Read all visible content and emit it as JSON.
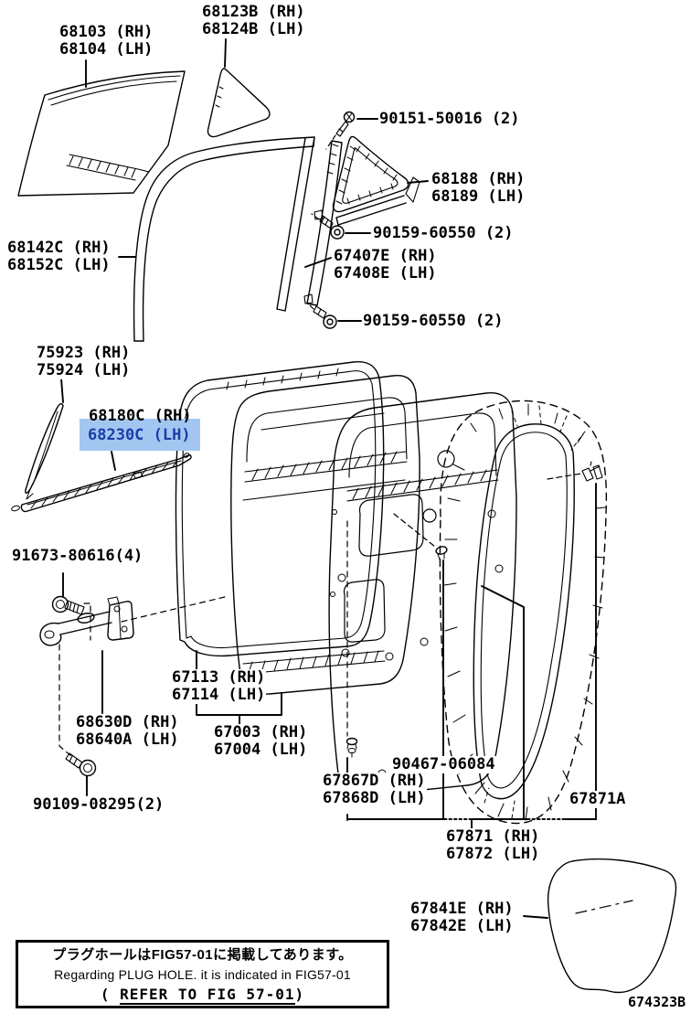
{
  "figure_code": "674323B",
  "highlight": {
    "selected_label_id": "68230C",
    "background": "#a3c6f1",
    "text_color": "#1b3da8"
  },
  "labels": [
    {
      "id": "68103",
      "text": "68103 (RH)\n68104 (LH)"
    },
    {
      "id": "68123B",
      "text": "68123B (RH)\n68124B (LH)"
    },
    {
      "id": "90151",
      "text": "90151-50016 (2)"
    },
    {
      "id": "68188",
      "text": "68188 (RH)\n68189 (LH)"
    },
    {
      "id": "90159a",
      "text": "90159-60550 (2)"
    },
    {
      "id": "67407E",
      "text": "67407E (RH)\n67408E (LH)"
    },
    {
      "id": "90159b",
      "text": "90159-60550 (2)"
    },
    {
      "id": "68142C",
      "text": "68142C (RH)\n68152C (LH)"
    },
    {
      "id": "75923",
      "text": "75923 (RH)\n75924 (LH)"
    },
    {
      "id": "68180C",
      "text": "68180C (RH)"
    },
    {
      "id": "68230C",
      "text": "68230C (LH)"
    },
    {
      "id": "91673",
      "text": "91673-80616(4)"
    },
    {
      "id": "68630D",
      "text": "68630D (RH)\n68640A (LH)"
    },
    {
      "id": "90109",
      "text": "90109-08295(2)"
    },
    {
      "id": "67113",
      "text": "67113 (RH)\n67114 (LH)"
    },
    {
      "id": "67003",
      "text": "67003 (RH)\n67004 (LH)"
    },
    {
      "id": "67867D",
      "text": "67867D (RH)\n67868D (LH)"
    },
    {
      "id": "90467",
      "text": "90467-06084"
    },
    {
      "id": "67871A",
      "text": "67871A"
    },
    {
      "id": "67871",
      "text": "67871 (RH)\n67872 (LH)"
    },
    {
      "id": "67841E",
      "text": "67841E (RH)\n67842E (LH)"
    }
  ],
  "note_box": {
    "line1_jp": "プラグホールはFIG57-01に掲載してあります。",
    "line2_en": "Regarding PLUG HOLE. it is indicated in FIG57-01",
    "line3_prefix": "( ",
    "line3_underlined": "REFER TO FIG 57-01",
    "line3_suffix": ")"
  }
}
